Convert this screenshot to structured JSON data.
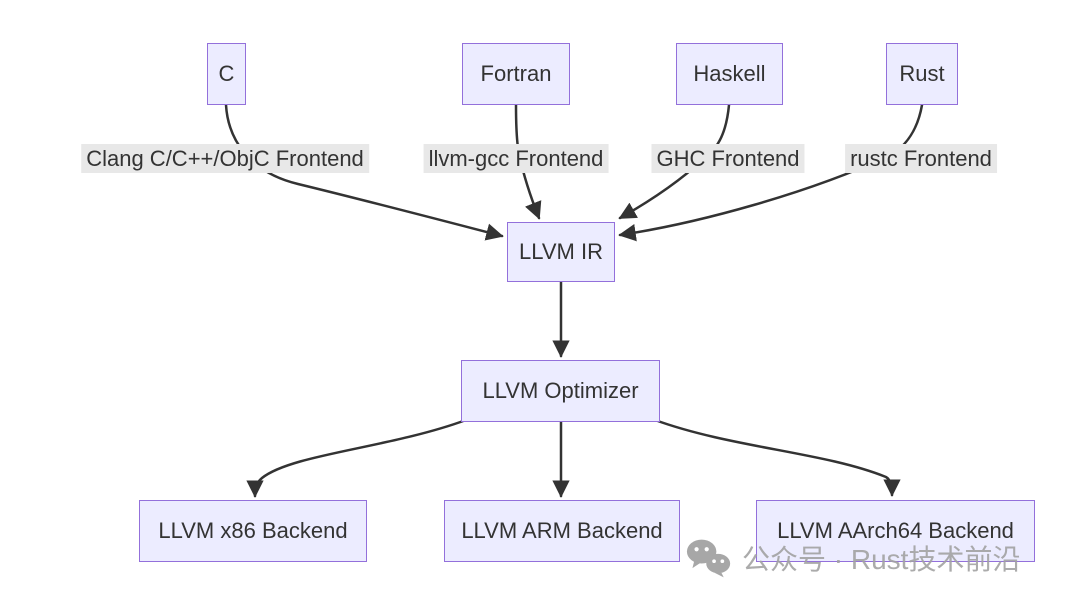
{
  "diagram": {
    "type": "flowchart",
    "nodes": [
      {
        "id": "c",
        "label": "C"
      },
      {
        "id": "fortran",
        "label": "Fortran"
      },
      {
        "id": "haskell",
        "label": "Haskell"
      },
      {
        "id": "rust",
        "label": "Rust"
      },
      {
        "id": "llvm-ir",
        "label": "LLVM IR"
      },
      {
        "id": "llvm-optimizer",
        "label": "LLVM Optimizer"
      },
      {
        "id": "llvm-x86-backend",
        "label": "LLVM x86 Backend"
      },
      {
        "id": "llvm-arm-backend",
        "label": "LLVM ARM Backend"
      },
      {
        "id": "llvm-aarch64-backend",
        "label": "LLVM AArch64 Backend"
      }
    ],
    "edges": [
      {
        "from": "C",
        "to": "LLVM IR",
        "label": "Clang C/C++/ObjC Frontend"
      },
      {
        "from": "Fortran",
        "to": "LLVM IR",
        "label": "llvm-gcc Frontend"
      },
      {
        "from": "Haskell",
        "to": "LLVM IR",
        "label": "GHC Frontend"
      },
      {
        "from": "Rust",
        "to": "LLVM IR",
        "label": "rustc Frontend"
      },
      {
        "from": "LLVM IR",
        "to": "LLVM Optimizer",
        "label": ""
      },
      {
        "from": "LLVM Optimizer",
        "to": "LLVM x86 Backend",
        "label": ""
      },
      {
        "from": "LLVM Optimizer",
        "to": "LLVM ARM Backend",
        "label": ""
      },
      {
        "from": "LLVM Optimizer",
        "to": "LLVM AArch64 Backend",
        "label": ""
      }
    ],
    "colors": {
      "bg": "#ffffff",
      "node_fill": "#ECECFF",
      "node_border": "#9370DB",
      "edge_label_bg": "#e8e8e8",
      "edge": "#333333",
      "text": "#333333",
      "watermark": "#a2a2a2"
    }
  },
  "watermark": {
    "icon": "wechat-icon",
    "text": "公众号 · Rust技术前沿"
  }
}
